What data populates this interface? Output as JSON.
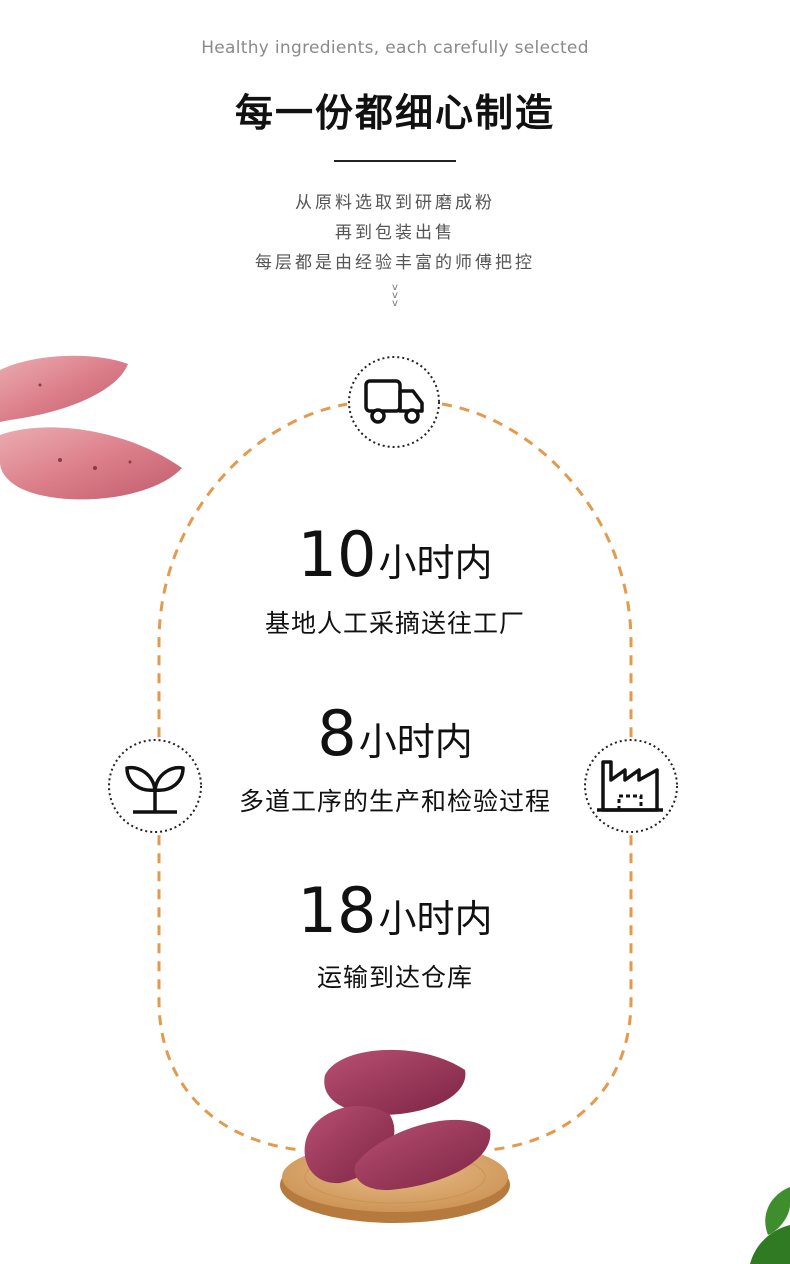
{
  "header": {
    "eyebrow": "Healthy ingredients, each carefully selected",
    "title": "每一份都细心制造",
    "intro_lines": [
      "从原料选取到研磨成粉",
      "再到包装出售",
      "每层都是由经验丰富的师傅把控"
    ],
    "chevrons": "v\nv\nv"
  },
  "stages": [
    {
      "number": "10",
      "unit": "小时内",
      "description": "基地人工采摘送往工厂"
    },
    {
      "number": "8",
      "unit": "小时内",
      "description": "多道工序的生产和检验过程"
    },
    {
      "number": "18",
      "unit": "小时内",
      "description": "运输到达仓库"
    }
  ],
  "icons": {
    "top": "delivery-truck-icon",
    "left": "sprout-icon",
    "right": "factory-icon"
  },
  "colors": {
    "accent_orange": "#E39A4D",
    "text_dark": "#111111",
    "text_gray": "#8A8A8A",
    "sweet_potato": "#9B3550",
    "wood": "#D9A66A"
  }
}
